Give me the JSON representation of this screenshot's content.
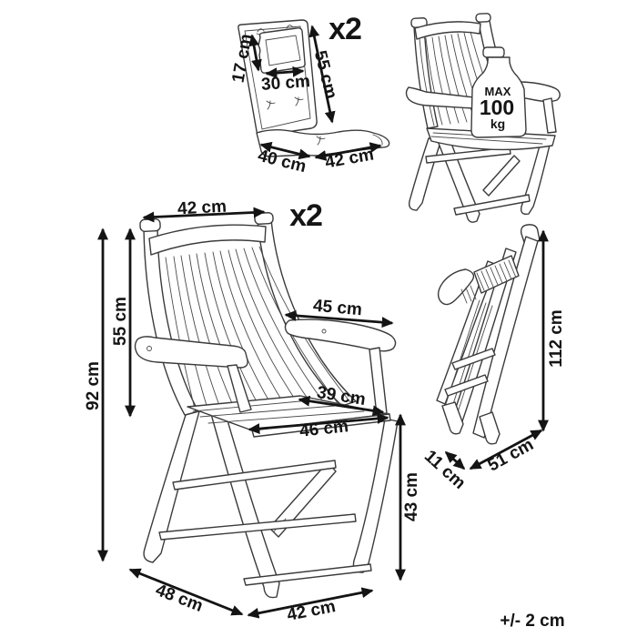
{
  "cushion_diagram": {
    "quantity_label": "x2",
    "pillow_height": "17 cm",
    "pillow_width": "30 cm",
    "back_length": "55 cm",
    "seat_depth": "40 cm",
    "seat_width": "42 cm"
  },
  "load_diagram": {
    "max_label": "MAX",
    "max_value": "100",
    "unit": "kg"
  },
  "chair_diagram": {
    "quantity_label": "x2",
    "backrest_width": "42 cm",
    "backrest_height": "55 cm",
    "total_height": "92 cm",
    "armrest_length": "45 cm",
    "seat_depth": "39 cm",
    "seat_front_width": "46 cm",
    "seat_height": "43 cm",
    "footprint_depth": "48 cm",
    "footprint_width": "42 cm"
  },
  "folded_diagram": {
    "height": "112 cm",
    "depth": "11 cm",
    "width": "51 cm"
  },
  "footer": {
    "tolerance_note": "+/- 2 cm"
  }
}
